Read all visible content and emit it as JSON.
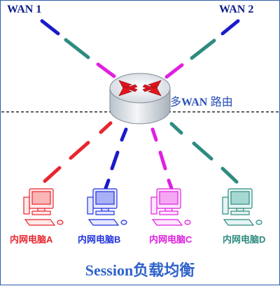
{
  "wan_left": {
    "label": "WAN 1"
  },
  "wan_right": {
    "label": "WAN 2"
  },
  "router": {
    "label_prefix": "多",
    "label_bold": "WAN",
    "label_suffix": " 路由"
  },
  "computers": [
    {
      "label": "内网电脑A",
      "color": "#e8262e"
    },
    {
      "label": "内网电脑B",
      "color": "#2233dd"
    },
    {
      "label": "内网电脑C",
      "color": "#e020e0"
    },
    {
      "label": "内网电脑D",
      "color": "#2e8b80"
    }
  ],
  "links": {
    "wan1_color": "#1a1acc",
    "wan2_color": "#2e8b80",
    "router_up_magenta": "#e020e0"
  },
  "footer": {
    "title": "Session负载均衡"
  }
}
